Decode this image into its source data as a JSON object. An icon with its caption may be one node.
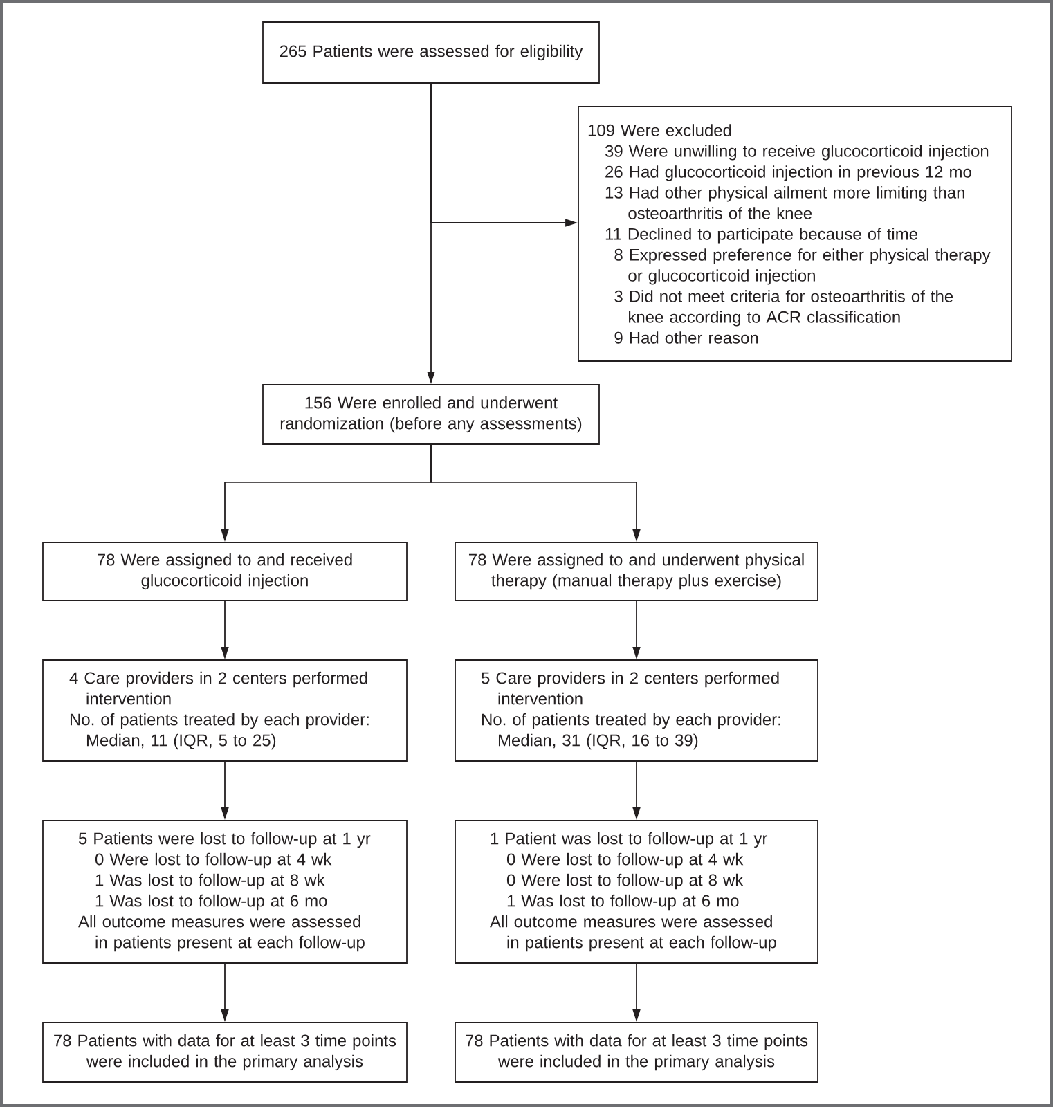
{
  "diagram": {
    "nodes": [
      {
        "text": [
          "265 Patients were assessed for eligibility"
        ]
      },
      {
        "text": [
          "109 Were excluded",
          "39 Were unwilling to receive glucocorticoid injection",
          "26 Had glucocorticoid injection in previous 12 mo",
          "13 Had other physical ailment more limiting than osteoarthritis of the knee",
          "11 Declined to participate because of time",
          "8 Expressed preference for either physical therapy or glucocorticoid injection",
          "3 Did not meet criteria for osteoarthritis of the knee according to ACR classification",
          "9 Had other reason"
        ]
      },
      {
        "text": [
          "156 Were enrolled and underwent randomization (before any assessments)"
        ]
      },
      {
        "text": [
          "78 Were assigned to and received glucocorticoid injection"
        ]
      },
      {
        "text": [
          "78 Were assigned to and underwent physical therapy (manual therapy plus exercise)"
        ]
      },
      {
        "text": [
          "4 Care providers in 2 centers performed intervention",
          "No. of patients treated by each provider: Median, 11 (IQR, 5 to 25)"
        ]
      },
      {
        "text": [
          "5 Care providers in 2 centers performed intervention",
          "No. of patients treated by each provider: Median, 31 (IQR, 16 to 39)"
        ]
      },
      {
        "text": [
          "5 Patients were lost to follow-up at 1 yr",
          "0 Were lost to follow-up at 4 wk",
          "1 Was lost to follow-up at 8 wk",
          "1 Was lost to follow-up at 6 mo",
          "All outcome measures were assessed in patients present at each follow-up"
        ]
      },
      {
        "text": [
          "1 Patient was lost to follow-up at 1 yr",
          "0 Were lost to follow-up at 4 wk",
          "0 Were lost to follow-up at 8 wk",
          "1 Was lost to follow-up at 6 mo",
          "All outcome measures were assessed in patients present at each follow-up"
        ]
      },
      {
        "text": [
          "78 Patients with data for at least 3 time points were included in the primary analysis"
        ]
      },
      {
        "text": [
          "78 Patients with data for at least 3 time points were included in the primary analysis"
        ]
      }
    ],
    "edges": [
      {
        "from": 0,
        "to": 2,
        "arrow": "to"
      },
      {
        "from": 0,
        "to": 1,
        "arrow": "to"
      },
      {
        "from": 2,
        "to": 3,
        "arrow": "to"
      },
      {
        "from": 2,
        "to": 4,
        "arrow": "to"
      },
      {
        "from": 3,
        "to": 5,
        "arrow": "to"
      },
      {
        "from": 4,
        "to": 6,
        "arrow": "to"
      },
      {
        "from": 5,
        "to": 7,
        "arrow": "to"
      },
      {
        "from": 6,
        "to": 8,
        "arrow": "to"
      },
      {
        "from": 7,
        "to": 9,
        "arrow": "to"
      },
      {
        "from": 8,
        "to": 10,
        "arrow": "to"
      }
    ]
  }
}
